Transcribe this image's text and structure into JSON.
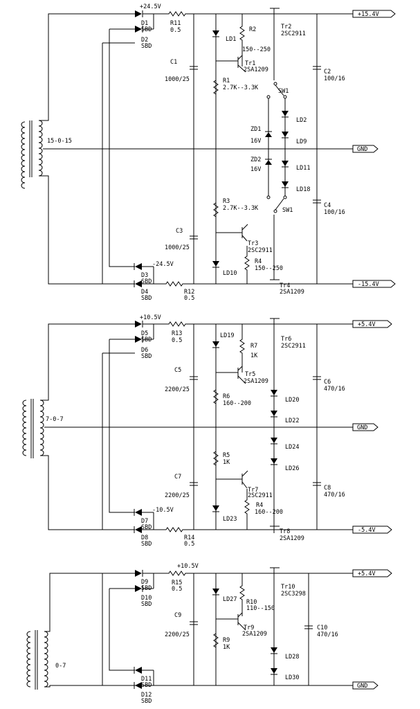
{
  "sections": [
    {
      "transformer": "15-0-15",
      "pos_rail": "+24.5V",
      "neg_rail": "-24.5V",
      "diodes": [
        {
          "ref": "D1",
          "type": "SBD"
        },
        {
          "ref": "D2",
          "type": "SBD"
        },
        {
          "ref": "D3",
          "type": "SBD"
        },
        {
          "ref": "D4",
          "type": "SBD"
        }
      ],
      "resistors": [
        {
          "ref": "R11",
          "value": "0.5"
        },
        {
          "ref": "R12",
          "value": "0.5"
        },
        {
          "ref": "R2",
          "value": "150--250"
        },
        {
          "ref": "R1",
          "value": "2.7K--3.3K"
        },
        {
          "ref": "R3",
          "value": "2.7K--3.3K"
        },
        {
          "ref": "R4",
          "value": "150--250"
        }
      ],
      "caps": [
        {
          "ref": "C1",
          "value": "1000/25"
        },
        {
          "ref": "C3",
          "value": "1000/25"
        },
        {
          "ref": "C2",
          "value": "100/16"
        },
        {
          "ref": "C4",
          "value": "100/16"
        }
      ],
      "transistors": [
        {
          "ref": "Tr2",
          "part": "2SC2911"
        },
        {
          "ref": "Tr1",
          "part": "2SA1209"
        },
        {
          "ref": "Tr3",
          "part": "2SC2911"
        },
        {
          "ref": "Tr4",
          "part": "2SA1209"
        }
      ],
      "leds": [
        "LD1",
        "LD2",
        "LD9",
        "LD11",
        "LD18",
        "LD10"
      ],
      "zeners": [
        {
          "ref": "ZD1",
          "value": "16V"
        },
        {
          "ref": "ZD2",
          "value": "16V"
        }
      ],
      "switches": [
        "SW1",
        "SW1"
      ],
      "outputs": [
        "+15.4V",
        "GND",
        "-15.4V"
      ]
    },
    {
      "transformer": "7-0-7",
      "pos_rail": "+10.5V",
      "neg_rail": "-10.5V",
      "diodes": [
        {
          "ref": "D5",
          "type": "SBD"
        },
        {
          "ref": "D6",
          "type": "SBD"
        },
        {
          "ref": "D7",
          "type": "SBD"
        },
        {
          "ref": "D8",
          "type": "SBD"
        }
      ],
      "resistors": [
        {
          "ref": "R13",
          "value": "0.5"
        },
        {
          "ref": "R14",
          "value": "0.5"
        },
        {
          "ref": "R6",
          "value": "160--200"
        },
        {
          "ref": "R5",
          "value": "1K"
        },
        {
          "ref": "R7",
          "value": "1K"
        },
        {
          "ref": "R4",
          "value": "160--200"
        }
      ],
      "caps": [
        {
          "ref": "C5",
          "value": "2200/25"
        },
        {
          "ref": "C7",
          "value": "2200/25"
        },
        {
          "ref": "C6",
          "value": "470/16"
        },
        {
          "ref": "C8",
          "value": "470/16"
        }
      ],
      "transistors": [
        {
          "ref": "Tr6",
          "part": "2SC2911"
        },
        {
          "ref": "Tr5",
          "part": "2SA1209"
        },
        {
          "ref": "Tr7",
          "part": "2SC2911"
        },
        {
          "ref": "Tr8",
          "part": "2SA1209"
        }
      ],
      "leds": [
        "LD19",
        "LD20",
        "LD22",
        "LD24",
        "LD26",
        "LD23"
      ],
      "outputs": [
        "+5.4V",
        "GND",
        "-5.4V"
      ]
    },
    {
      "transformer": "0-7",
      "pos_rail": "+10.5V",
      "diodes": [
        {
          "ref": "D9",
          "type": "SBD"
        },
        {
          "ref": "D10",
          "type": "SBD"
        },
        {
          "ref": "D11",
          "type": "SBD"
        },
        {
          "ref": "D12",
          "type": "SBD"
        }
      ],
      "resistors": [
        {
          "ref": "R15",
          "value": "0.5"
        },
        {
          "ref": "R10",
          "value": "110--150"
        },
        {
          "ref": "R9",
          "value": "1K"
        }
      ],
      "caps": [
        {
          "ref": "C9",
          "value": "2200/25"
        },
        {
          "ref": "C10",
          "value": "470/16"
        }
      ],
      "transistors": [
        {
          "ref": "Tr10",
          "part": "2SC3298"
        },
        {
          "ref": "Tr9",
          "part": "2SA1209"
        }
      ],
      "leds": [
        "LD27",
        "LD28",
        "LD30"
      ],
      "outputs": [
        "+5.4V",
        "GND"
      ]
    }
  ]
}
